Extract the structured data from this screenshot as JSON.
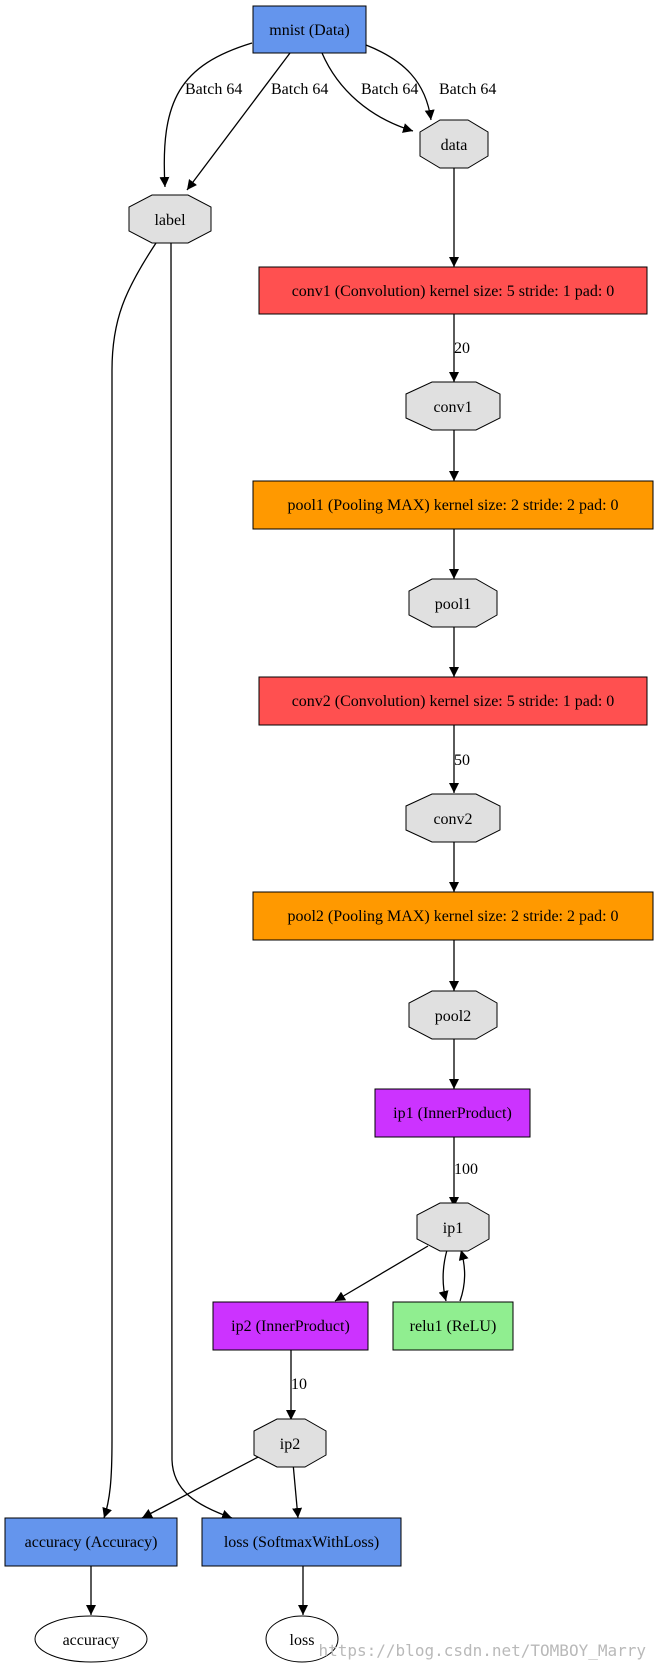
{
  "layers": {
    "mnist": {
      "label": "mnist (Data)",
      "color": "#6495ed"
    },
    "conv1": {
      "label": "conv1 (Convolution) kernel size: 5 stride: 1 pad: 0",
      "color": "#ff5050"
    },
    "pool1": {
      "label": "pool1 (Pooling MAX) kernel size: 2 stride: 2 pad: 0",
      "color": "#ff9900"
    },
    "conv2": {
      "label": "conv2 (Convolution) kernel size: 5 stride: 1 pad: 0",
      "color": "#ff5050"
    },
    "pool2": {
      "label": "pool2 (Pooling MAX) kernel size: 2 stride: 2 pad: 0",
      "color": "#ff9900"
    },
    "ip1": {
      "label": "ip1 (InnerProduct)",
      "color": "#cc33ff"
    },
    "ip2": {
      "label": "ip2 (InnerProduct)",
      "color": "#cc33ff"
    },
    "relu1": {
      "label": "relu1 (ReLU)",
      "color": "#90ee90"
    },
    "accuracy": {
      "label": "accuracy (Accuracy)",
      "color": "#6495ed"
    },
    "loss": {
      "label": "loss (SoftmaxWithLoss)",
      "color": "#6495ed"
    }
  },
  "blobs": {
    "data": "data",
    "label": "label",
    "conv1": "conv1",
    "pool1": "pool1",
    "conv2": "conv2",
    "pool2": "pool2",
    "ip1": "ip1",
    "ip2": "ip2",
    "blob_color": "#e0e0e0"
  },
  "outputs": {
    "accuracy": "accuracy",
    "loss": "loss"
  },
  "edge_labels": {
    "mnist_label_left": "Batch 64",
    "mnist_label_right": "Batch 64",
    "mnist_data_left": "Batch 64",
    "mnist_data_right": "Batch 64",
    "conv1_out": "20",
    "conv2_out": "50",
    "ip1_out": "100",
    "ip2_out": "10"
  },
  "watermark": "https://blog.csdn.net/TOMBOY_Marry"
}
